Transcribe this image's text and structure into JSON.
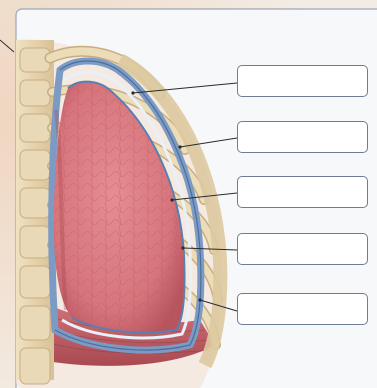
{
  "diagram": {
    "subject": "lung-and-pleura-anatomy",
    "colors": {
      "page_background": "#f3ece4",
      "panel_background": "#f7f8fa",
      "panel_border": "#9aa6b8",
      "lung": "#d97a82",
      "lung_shadow": "#b8545e",
      "pleura": "#7b9bc4",
      "bone": "#e7d6b2",
      "bone_shadow": "#c8ad82",
      "diaphragm_muscle": "#c45a5f",
      "leader_line": "#2b2b2b",
      "label_border": "#6f7d94"
    },
    "labels": [
      {
        "id": "label-1",
        "text": ""
      },
      {
        "id": "label-2",
        "text": ""
      },
      {
        "id": "label-3",
        "text": ""
      },
      {
        "id": "label-4",
        "text": ""
      },
      {
        "id": "label-5",
        "text": ""
      }
    ]
  }
}
